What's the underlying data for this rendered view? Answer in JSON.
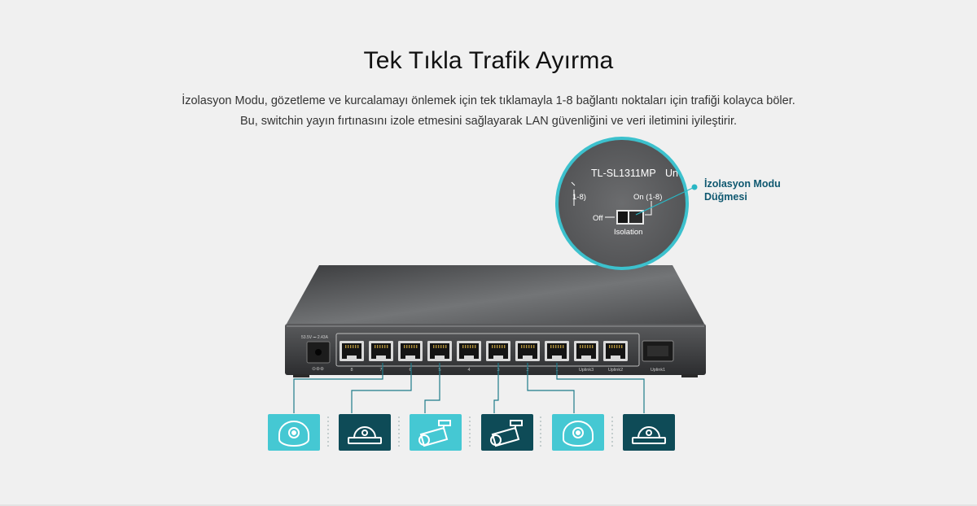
{
  "header": {
    "title": "Tek Tıkla Trafik Ayırma",
    "description_line1": "İzolasyon Modu, gözetleme ve kurcalamayı önlemek için tek tıklamayla 1-8 bağlantı noktaları için trafiği kolayca böler.",
    "description_line2": "Bu, switchin yayın fırtınasını izole etmesini sağlayarak LAN güvenliğini ve veri iletimini iyileştirir."
  },
  "callout": {
    "label_line1": "İzolasyon Modu",
    "label_line2": "Düğmesi",
    "model": "TL-SL1311MP",
    "model_suffix": "Un",
    "left_text": "1-8)",
    "on_text": "On (1-8)",
    "off_text": "Off",
    "switch_label": "Isolation"
  },
  "device": {
    "power_label": "53.5V ⎓ 2.43A",
    "port_labels": [
      "8",
      "7",
      "6",
      "5",
      "4",
      "3",
      "2",
      "1"
    ],
    "uplink_labels": [
      "Uplink3",
      "Uplink2",
      "Uplink1"
    ]
  },
  "cameras": [
    {
      "type": "dome-camera-icon",
      "tile": "light"
    },
    {
      "type": "ceiling-camera-icon",
      "tile": "dark"
    },
    {
      "type": "bullet-camera-icon",
      "tile": "light"
    },
    {
      "type": "bullet-camera-icon",
      "tile": "dark"
    },
    {
      "type": "dome-camera-icon",
      "tile": "light"
    },
    {
      "type": "ceiling-camera-icon",
      "tile": "dark"
    }
  ],
  "colors": {
    "accent_light": "#45c8d3",
    "accent_dark": "#0e4b57",
    "callout_line": "#29b6c4",
    "label": "#0f5870"
  }
}
